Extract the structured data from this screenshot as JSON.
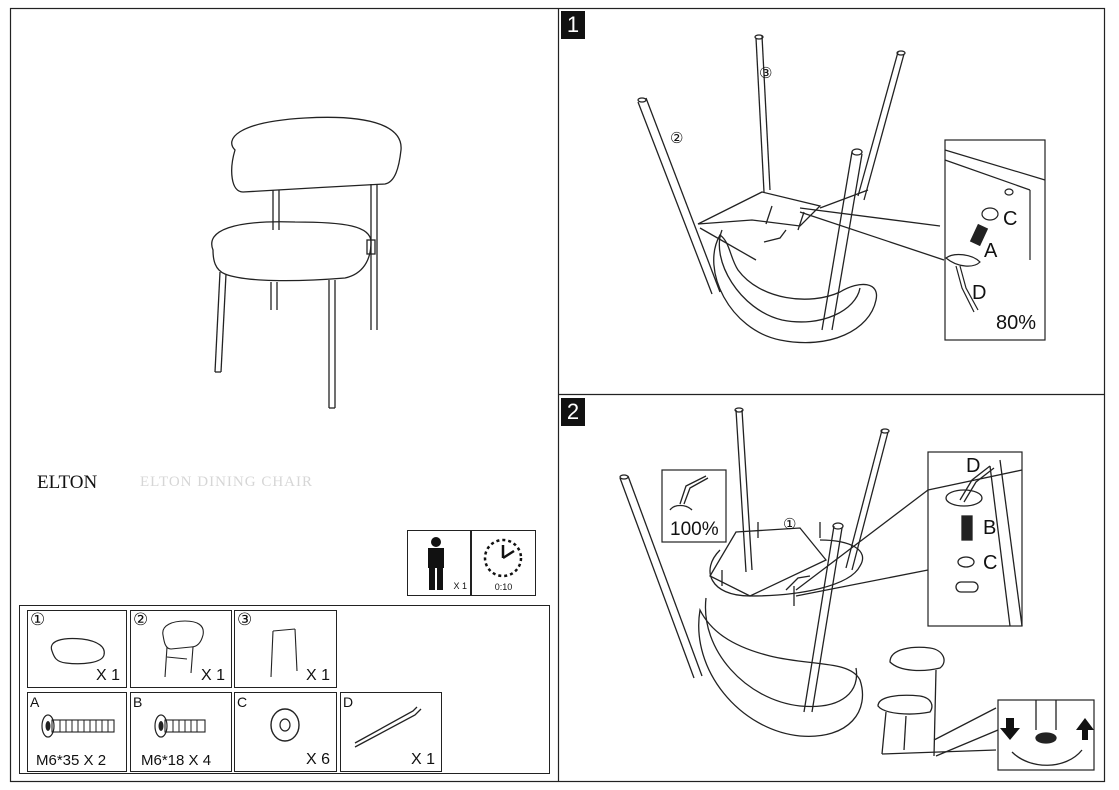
{
  "product": {
    "name": "ELTON",
    "subtitle_faded": "ELTON DINING CHAIR"
  },
  "assembly_info": {
    "people_icon": "person-icon",
    "people_count": "X 1",
    "time_icon": "clock-icon",
    "time": "0:10"
  },
  "parts": [
    {
      "id": "①",
      "icon": "seat-icon",
      "qty": "X 1"
    },
    {
      "id": "②",
      "icon": "backrest-frame-icon",
      "qty": "X 1"
    },
    {
      "id": "③",
      "icon": "rear-leg-frame-icon",
      "qty": "X 1"
    }
  ],
  "hardware": [
    {
      "id": "A",
      "icon": "long-bolt-icon",
      "desc": "M6*35 X 2"
    },
    {
      "id": "B",
      "icon": "short-bolt-icon",
      "desc": "M6*18 X 4"
    },
    {
      "id": "C",
      "icon": "washer-icon",
      "qty": "X 6"
    },
    {
      "id": "D",
      "icon": "allen-key-icon",
      "qty": "X 1"
    }
  ],
  "steps": [
    {
      "number": "1",
      "callouts": {
        "part_a": "②",
        "part_b": "③"
      },
      "detail": {
        "washer": "C",
        "bolt": "A",
        "key": "D",
        "tighten": "80%"
      }
    },
    {
      "number": "2",
      "callouts": {
        "part": "①"
      },
      "detail": {
        "key": "D",
        "bolt": "B",
        "washer": "C",
        "tighten": "100%"
      }
    }
  ]
}
